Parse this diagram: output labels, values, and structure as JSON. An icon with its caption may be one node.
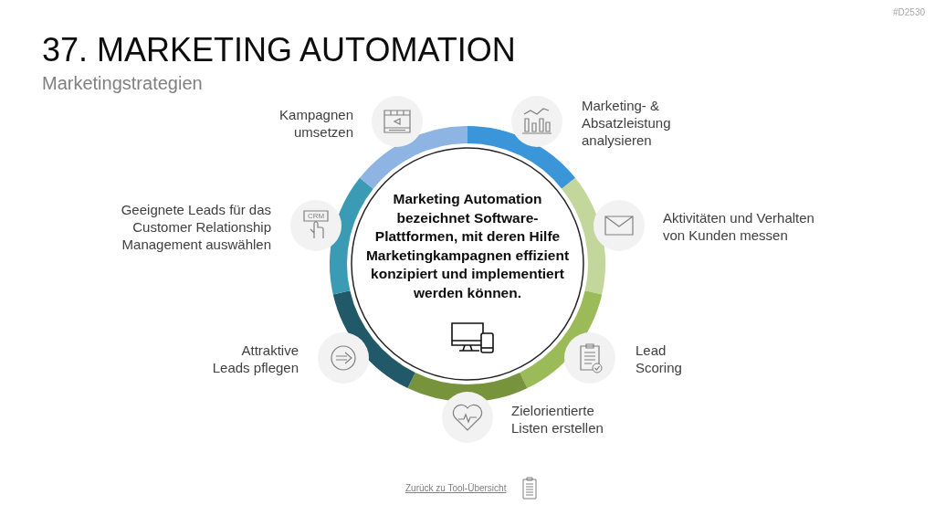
{
  "diagram": {
    "title": "37. MARKETING AUTOMATION",
    "nodes": [
      {
        "text": [
          "Marketing Automation bezeichnet Software-Plattformen, mit deren Hilfe Marketingkampagnen effizient konzipiert und implementiert werden können."
        ]
      },
      {
        "text": [
          "Kampagnen umsetzen"
        ]
      },
      {
        "text": [
          "Marketing- & Absatzleistung analysieren"
        ]
      },
      {
        "text": [
          "Aktivitäten und Verhalten von Kunden messen"
        ]
      },
      {
        "text": [
          "Lead Scoring"
        ]
      },
      {
        "text": [
          "Zielorientierte Listen erstellen"
        ]
      },
      {
        "text": [
          "Attraktive Leads pflegen"
        ]
      },
      {
        "text": [
          "Geeignete Leads für das Customer Relationship Management auswählen"
        ]
      }
    ],
    "labels": [
      "Marketingstrategien",
      "#D2530",
      "Zurück zu Tool-Übersicht",
      "CRM"
    ]
  }
}
